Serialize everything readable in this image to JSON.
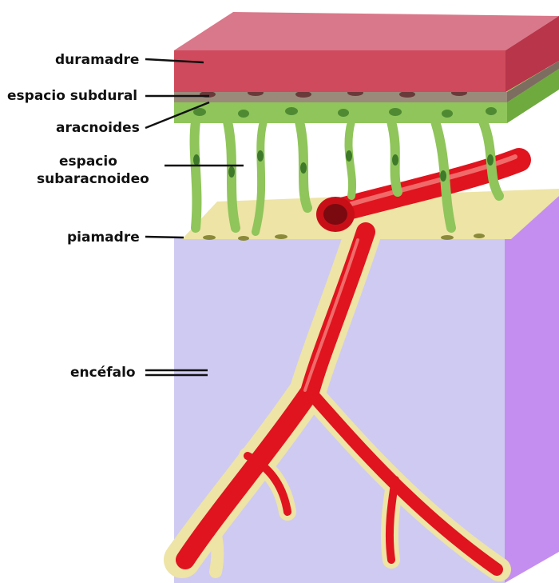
{
  "labels": {
    "duramadre": "duramadre",
    "espacio_subdural": "espacio subdural",
    "aracnoides": "aracnoides",
    "espacio_subaracnoideo_1": "espacio",
    "espacio_subaracnoideo_2": "subaracnoideo",
    "piamadre": "piamadre",
    "encefalo": "encéfalo"
  },
  "colors": {
    "duramadre_top": "#d9788a",
    "duramadre_front": "#cf4a5c",
    "aracnoides": "#8fc55a",
    "piamadre": "#ede4a6",
    "encefalo_front": "#cfcaf2",
    "encefalo_side": "#c48ef0",
    "blood_vessel": "#e0141e",
    "leader_line": "#111111"
  }
}
